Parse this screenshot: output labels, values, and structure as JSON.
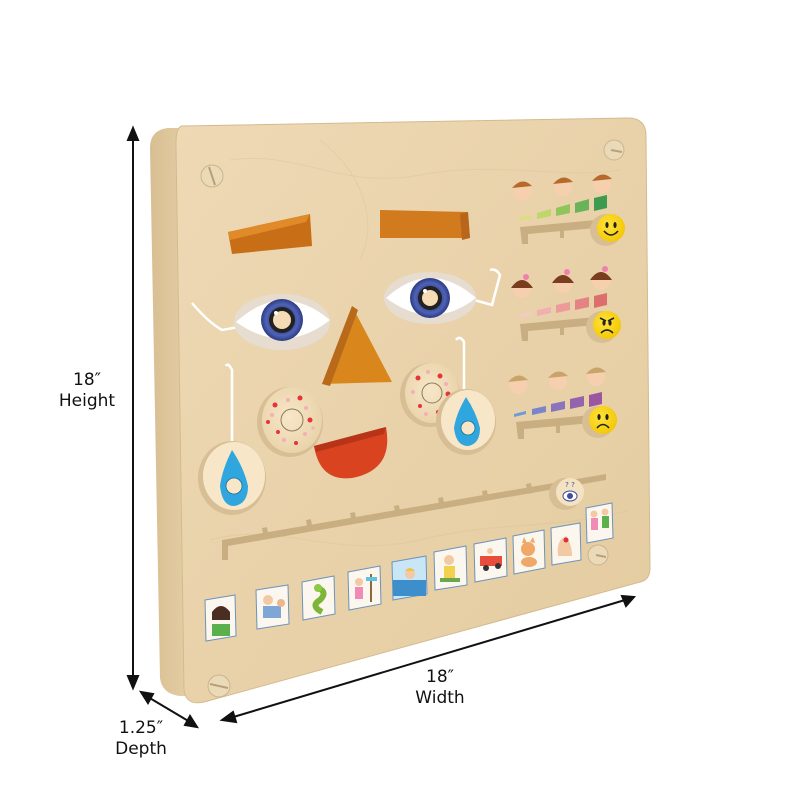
{
  "product": {
    "description": "Wooden emotions / feelings face wall activity board",
    "board_color": "#E9D3AE",
    "edge_color": "#D9BF94"
  },
  "dimensions": {
    "height": {
      "value": "18″",
      "label": "Height"
    },
    "width": {
      "value": "18″",
      "label": "Width"
    },
    "depth": {
      "value": "1.25″",
      "label": "Depth"
    }
  },
  "face": {
    "eyebrow_color": "#D27A1E",
    "nose_color": "#D9871C",
    "mouth_color": "#D9431F",
    "iris_color": "#3F4E9E",
    "tear_color": "#2FA6DE",
    "cheek_dot_colors": [
      "#E8333A",
      "#F4AFB8"
    ]
  },
  "emotion_rows": [
    {
      "emotion": "happy",
      "emoji": "smile",
      "bar_colors": [
        "#D8E07A",
        "#BCD86A",
        "#8FC55A",
        "#6BB35A",
        "#3E9A4F"
      ]
    },
    {
      "emotion": "angry",
      "emoji": "angry",
      "bar_colors": [
        "#F6C9C9",
        "#F1AFAF",
        "#EC9A9A",
        "#E48383",
        "#DD6E6E"
      ]
    },
    {
      "emotion": "sad",
      "emoji": "sad",
      "bar_colors": [
        "#6C9BD8",
        "#7A86CC",
        "#8A74BE",
        "#9363AE",
        "#9A569F"
      ]
    }
  ],
  "picture_cards": [
    "scared-woman",
    "dentist",
    "snake",
    "lost-girl",
    "swimming",
    "playing-boy",
    "toy-car",
    "kitten",
    "hurt-finger",
    "two-children"
  ]
}
